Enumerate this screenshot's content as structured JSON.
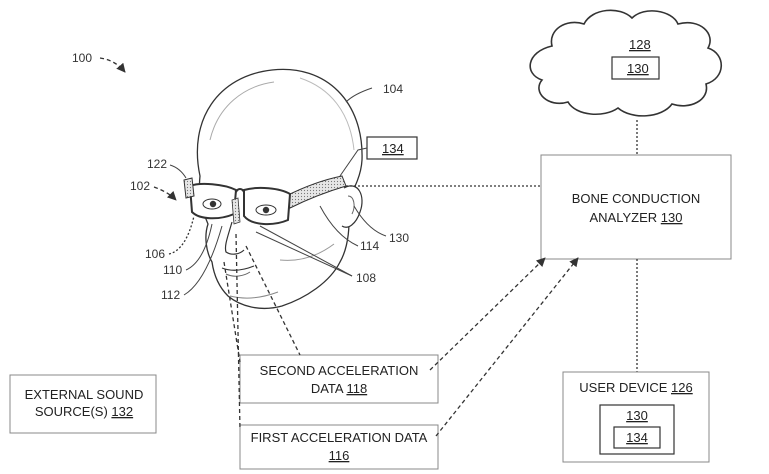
{
  "labels": {
    "figure_ref": "100",
    "head_ref": "104",
    "glasses_ref": "102",
    "frame_ref": "122",
    "nose_pad_ref": "106",
    "bridge_ref": "110",
    "lower_ref": "112",
    "temple_sensor_ref": "114",
    "face_ref": "108",
    "ear_sensor_ref": "130",
    "tag_ref": "134"
  },
  "cloud": {
    "ref": "128",
    "inner_ref": "130"
  },
  "analyzer": {
    "line1": "BONE CONDUCTION",
    "line2_prefix": "ANALYZER ",
    "line2_ref": "130"
  },
  "user_device": {
    "title_prefix": "USER DEVICE ",
    "title_ref": "126",
    "inner1": "130",
    "inner2": "134"
  },
  "external": {
    "line1": "EXTERNAL SOUND",
    "line2_prefix": "SOURCE(S) ",
    "line2_ref": "132"
  },
  "second_accel": {
    "line1": "SECOND ACCELERATION",
    "line2_prefix": "DATA ",
    "line2_ref": "118"
  },
  "first_accel": {
    "line1": "FIRST ACCELERATION DATA",
    "line2_ref": "116"
  }
}
